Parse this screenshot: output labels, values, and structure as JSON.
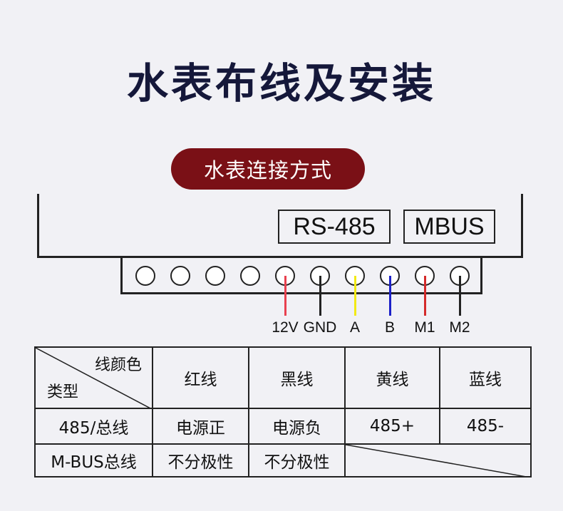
{
  "title": "水表布线及安装",
  "connection_label": "水表连接方式",
  "device": {
    "label_rs485": "RS-485",
    "label_mbus": "MBUS",
    "terminal_holes": 10,
    "wires": [
      {
        "label": "12V",
        "color": "#e8414f"
      },
      {
        "label": "GND",
        "color": "#222222"
      },
      {
        "label": "A",
        "color": "#f2ea15"
      },
      {
        "label": "B",
        "color": "#1c21c8"
      },
      {
        "label": "M1",
        "color": "#d42a2a"
      },
      {
        "label": "M2",
        "color": "#222222"
      }
    ]
  },
  "table": {
    "corner_top": "线颜色",
    "corner_bottom": "类型",
    "headers": [
      "红线",
      "黑线",
      "黄线",
      "蓝线"
    ],
    "rows": [
      {
        "type": "485/总线",
        "cells": [
          "电源正",
          "电源负",
          "485+",
          "485-"
        ]
      },
      {
        "type": "M-BUS总线",
        "cells": [
          "不分极性",
          "不分极性"
        ]
      }
    ]
  }
}
